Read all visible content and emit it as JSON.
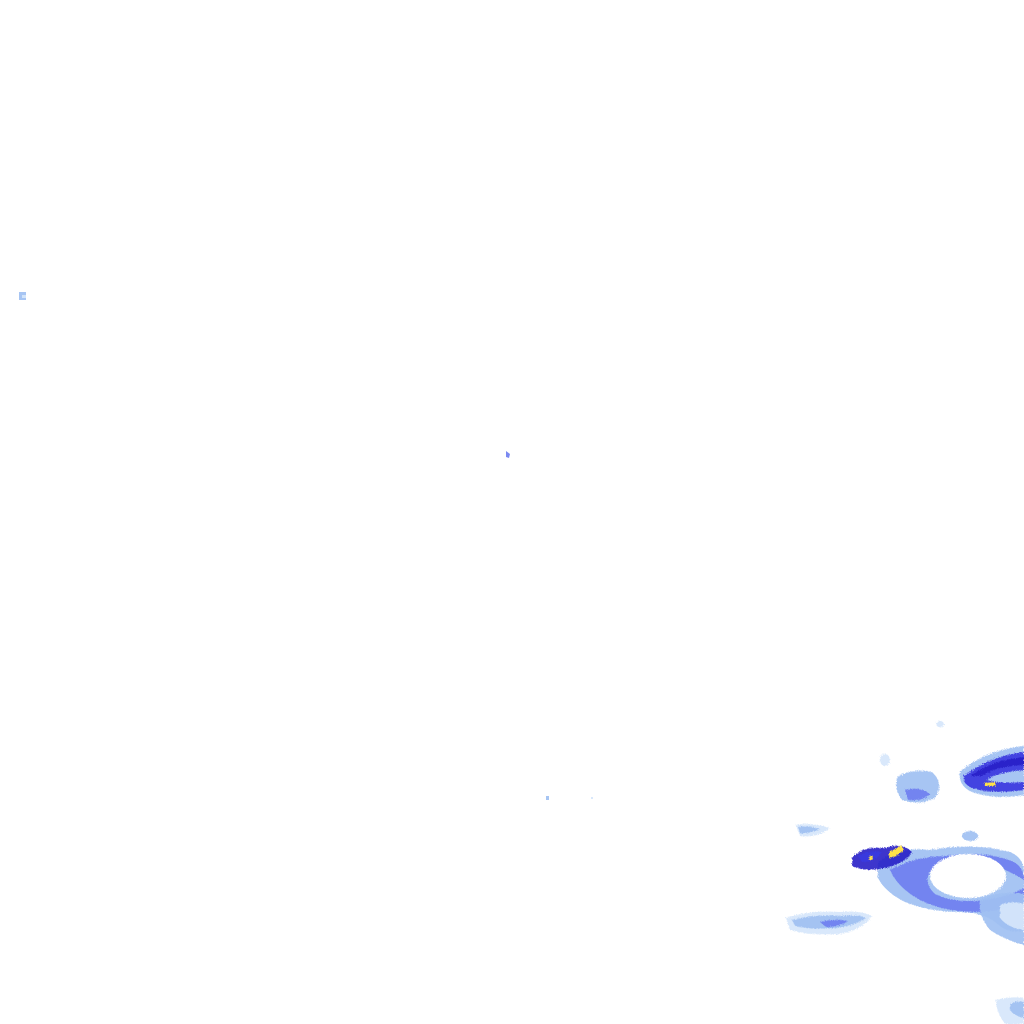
{
  "tile": {
    "background": "#ffffff",
    "layer": "precipitation-radar-overlay"
  },
  "palette": {
    "very_light": "#d6e6fb",
    "light": "#9fc0f2",
    "moderate": "#6f7ff0",
    "heavy": "#3a3ae0",
    "very_heavy": "#2a22c8",
    "hotspot": "#ffe24a"
  },
  "echo_clusters": [
    {
      "name": "isolated-echo-far-west",
      "intensity": "light"
    },
    {
      "name": "isolated-echo-center",
      "intensity": "moderate"
    },
    {
      "name": "isolated-echo-south-center",
      "intensity": "light"
    },
    {
      "name": "rainband-northeast",
      "intensity": "very_heavy"
    },
    {
      "name": "rainband-east-ring",
      "intensity": "heavy"
    },
    {
      "name": "rainband-southwest-fragment",
      "intensity": "moderate"
    },
    {
      "name": "rainband-southeast-edge",
      "intensity": "light"
    }
  ]
}
